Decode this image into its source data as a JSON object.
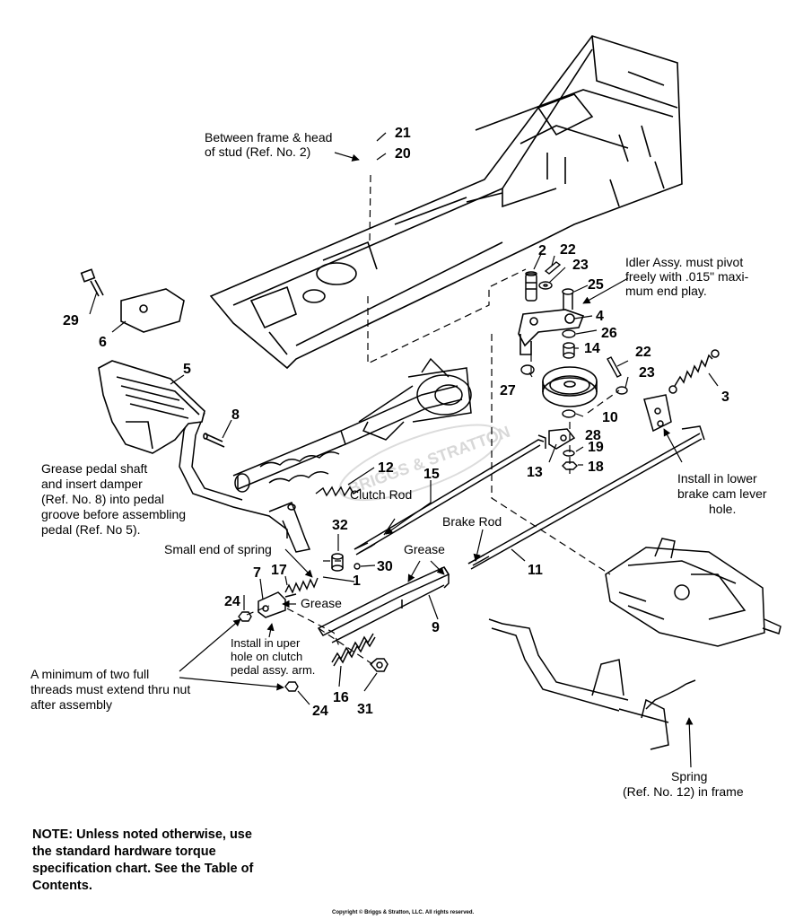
{
  "watermark": "BRIGGS & STRATTON",
  "callouts": {
    "c1": "1",
    "c2": "2",
    "c3": "3",
    "c4": "4",
    "c5": "5",
    "c6": "6",
    "c7": "7",
    "c8": "8",
    "c9": "9",
    "c10": "10",
    "c11": "11",
    "c12": "12",
    "c13": "13",
    "c14": "14",
    "c15": "15",
    "c16": "16",
    "c17": "17",
    "c18": "18",
    "c19": "19",
    "c20": "20",
    "c21": "21",
    "c22a": "22",
    "c22b": "22",
    "c23a": "23",
    "c23b": "23",
    "c24a": "24",
    "c24b": "24",
    "c25": "25",
    "c26": "26",
    "c27": "27",
    "c28": "28",
    "c29": "29",
    "c30": "30",
    "c31": "31",
    "c32": "32"
  },
  "labels": {
    "between_frame_1": "Between frame & head",
    "between_frame_2": "of stud (Ref. No. 2)",
    "idler_1": "Idler Assy. must pivot",
    "idler_2": "freely with .015\" maxi-",
    "idler_3": "mum end play.",
    "grease_pedal_1": "Grease pedal shaft",
    "grease_pedal_2": "and insert damper",
    "grease_pedal_3": "(Ref. No. 8) into pedal",
    "grease_pedal_4": "groove before assembling",
    "grease_pedal_5": "pedal (Ref. No 5).",
    "install_lower_1": "Install in lower",
    "install_lower_2": "brake cam lever",
    "install_lower_3": "hole.",
    "clutch_rod": "Clutch Rod",
    "brake_rod": "Brake Rod",
    "grease_top": "Grease",
    "small_end": "Small end of spring",
    "grease_mid": "Grease",
    "install_upper_1": "Install in uper",
    "install_upper_2": "hole on clutch",
    "install_upper_3": "pedal assy. arm.",
    "min_threads_1": "A minimum of two full",
    "min_threads_2": "threads must extend thru nut",
    "min_threads_3": "after assembly",
    "spring_ref_1": "Spring",
    "spring_ref_2": "(Ref. No. 12) in frame"
  },
  "footnote": "NOTE: Unless noted otherwise, use the standard hardware torque specification chart. See the Table of Contents.",
  "copyright": "Copyright © Briggs & Stratton, LLC. All rights reserved."
}
